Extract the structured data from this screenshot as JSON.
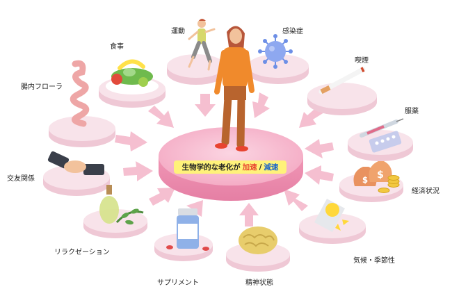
{
  "center": {
    "text": "生物学的な老化が",
    "accelerate": "加速",
    "separator": "/",
    "decelerate": "減速"
  },
  "factors": [
    {
      "id": "exercise",
      "label": "運動"
    },
    {
      "id": "infection",
      "label": "感染症"
    },
    {
      "id": "smoking",
      "label": "喫煙"
    },
    {
      "id": "medication",
      "label": "服薬"
    },
    {
      "id": "economy",
      "label": "経済状況"
    },
    {
      "id": "climate",
      "label": "気候・季節性"
    },
    {
      "id": "mental",
      "label": "精神状態"
    },
    {
      "id": "supplement",
      "label": "サプリメント"
    },
    {
      "id": "relaxation",
      "label": "リラクゼーション"
    },
    {
      "id": "social",
      "label": "交友関係"
    },
    {
      "id": "gut",
      "label": "腸内フローラ"
    },
    {
      "id": "diet",
      "label": "食事"
    }
  ],
  "colors": {
    "center_disc": "#f3a3bf",
    "center_top": "#f7c2d4",
    "satellite": "#f8e3ea",
    "arrow": "#f5bfd0",
    "highlight": "#fff27a",
    "accelerate": "#e8432f",
    "decelerate": "#1e66c8"
  }
}
